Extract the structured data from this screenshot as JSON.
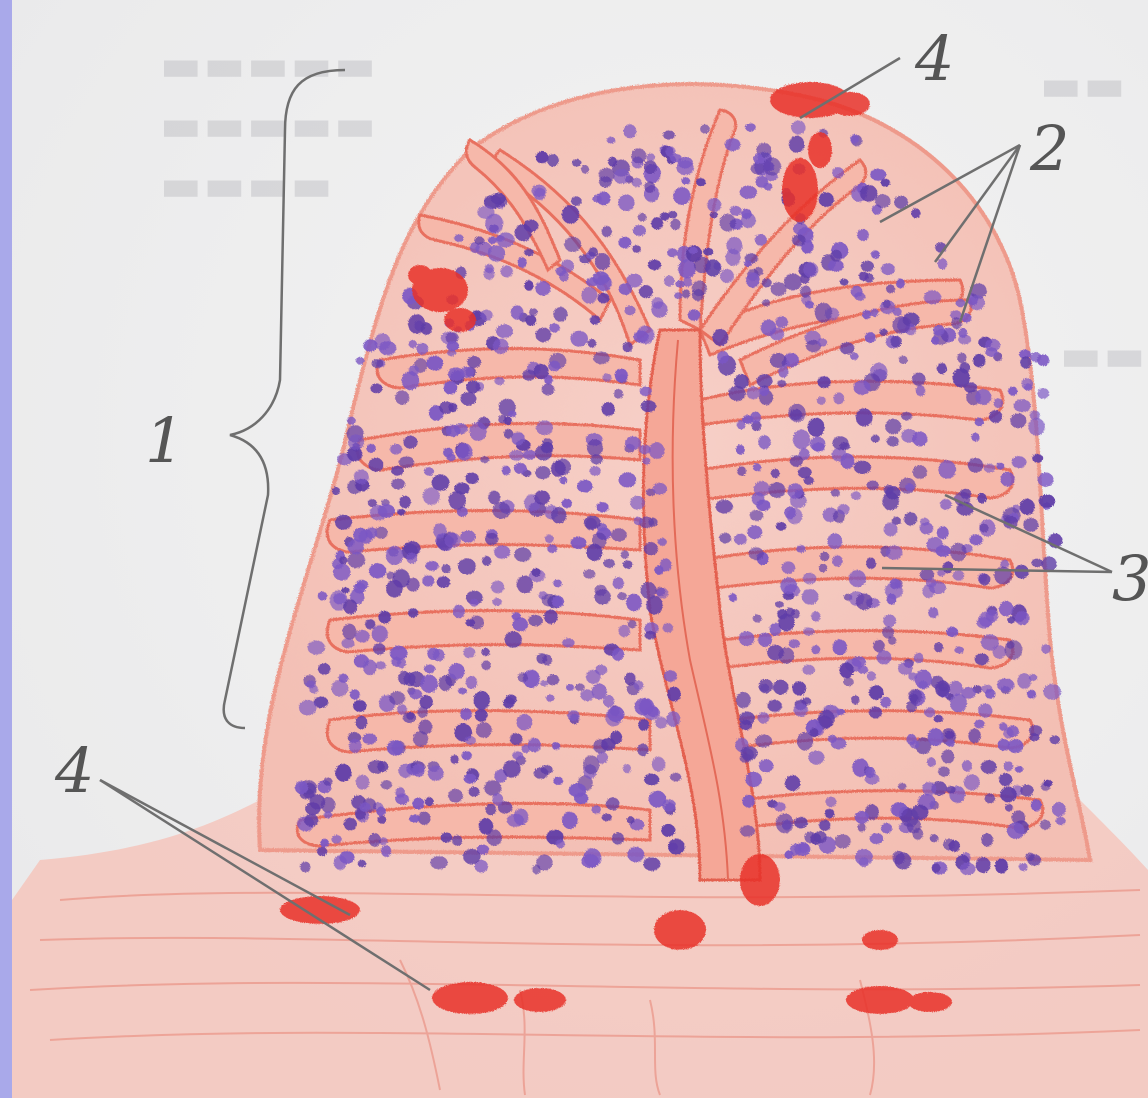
{
  "figure": {
    "palette": {
      "paper": "#ececec",
      "frame": "#a9a9ea",
      "stroma": "#f3b3a6",
      "stroma_line": "#e77a6a",
      "cells": "#7b57c4",
      "cells_dark": "#5f3da8",
      "blood": "#e8332a",
      "leader": "#6f6f6f"
    },
    "labels": [
      {
        "id": "1",
        "text": "1"
      },
      {
        "id": "2",
        "text": "2"
      },
      {
        "id": "3",
        "text": "3"
      },
      {
        "id": "4a",
        "text": "4"
      },
      {
        "id": "4b",
        "text": "4"
      }
    ]
  }
}
